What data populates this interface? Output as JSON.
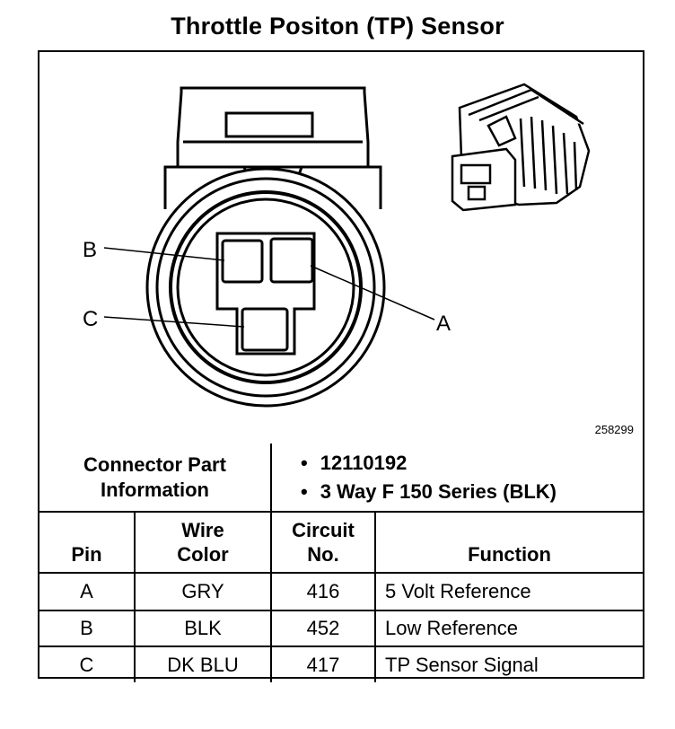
{
  "title": "Throttle Positon (TP) Sensor",
  "figure_number": "258299",
  "pin_labels": {
    "a": "A",
    "b": "B",
    "c": "C"
  },
  "connector_info": {
    "label_line1": "Connector Part",
    "label_line2": "Information",
    "items": [
      "12110192",
      "3 Way F 150 Series (BLK)"
    ]
  },
  "table": {
    "headers": {
      "pin": "Pin",
      "wire_color_line1": "Wire",
      "wire_color_line2": "Color",
      "circuit_line1": "Circuit",
      "circuit_line2": "No.",
      "function": "Function"
    },
    "rows": [
      {
        "pin": "A",
        "wire_color": "GRY",
        "circuit": "416",
        "function": "5 Volt Reference"
      },
      {
        "pin": "B",
        "wire_color": "BLK",
        "circuit": "452",
        "function": "Low Reference"
      },
      {
        "pin": "C",
        "wire_color": "DK BLU",
        "circuit": "417",
        "function": "TP Sensor Signal"
      }
    ]
  }
}
